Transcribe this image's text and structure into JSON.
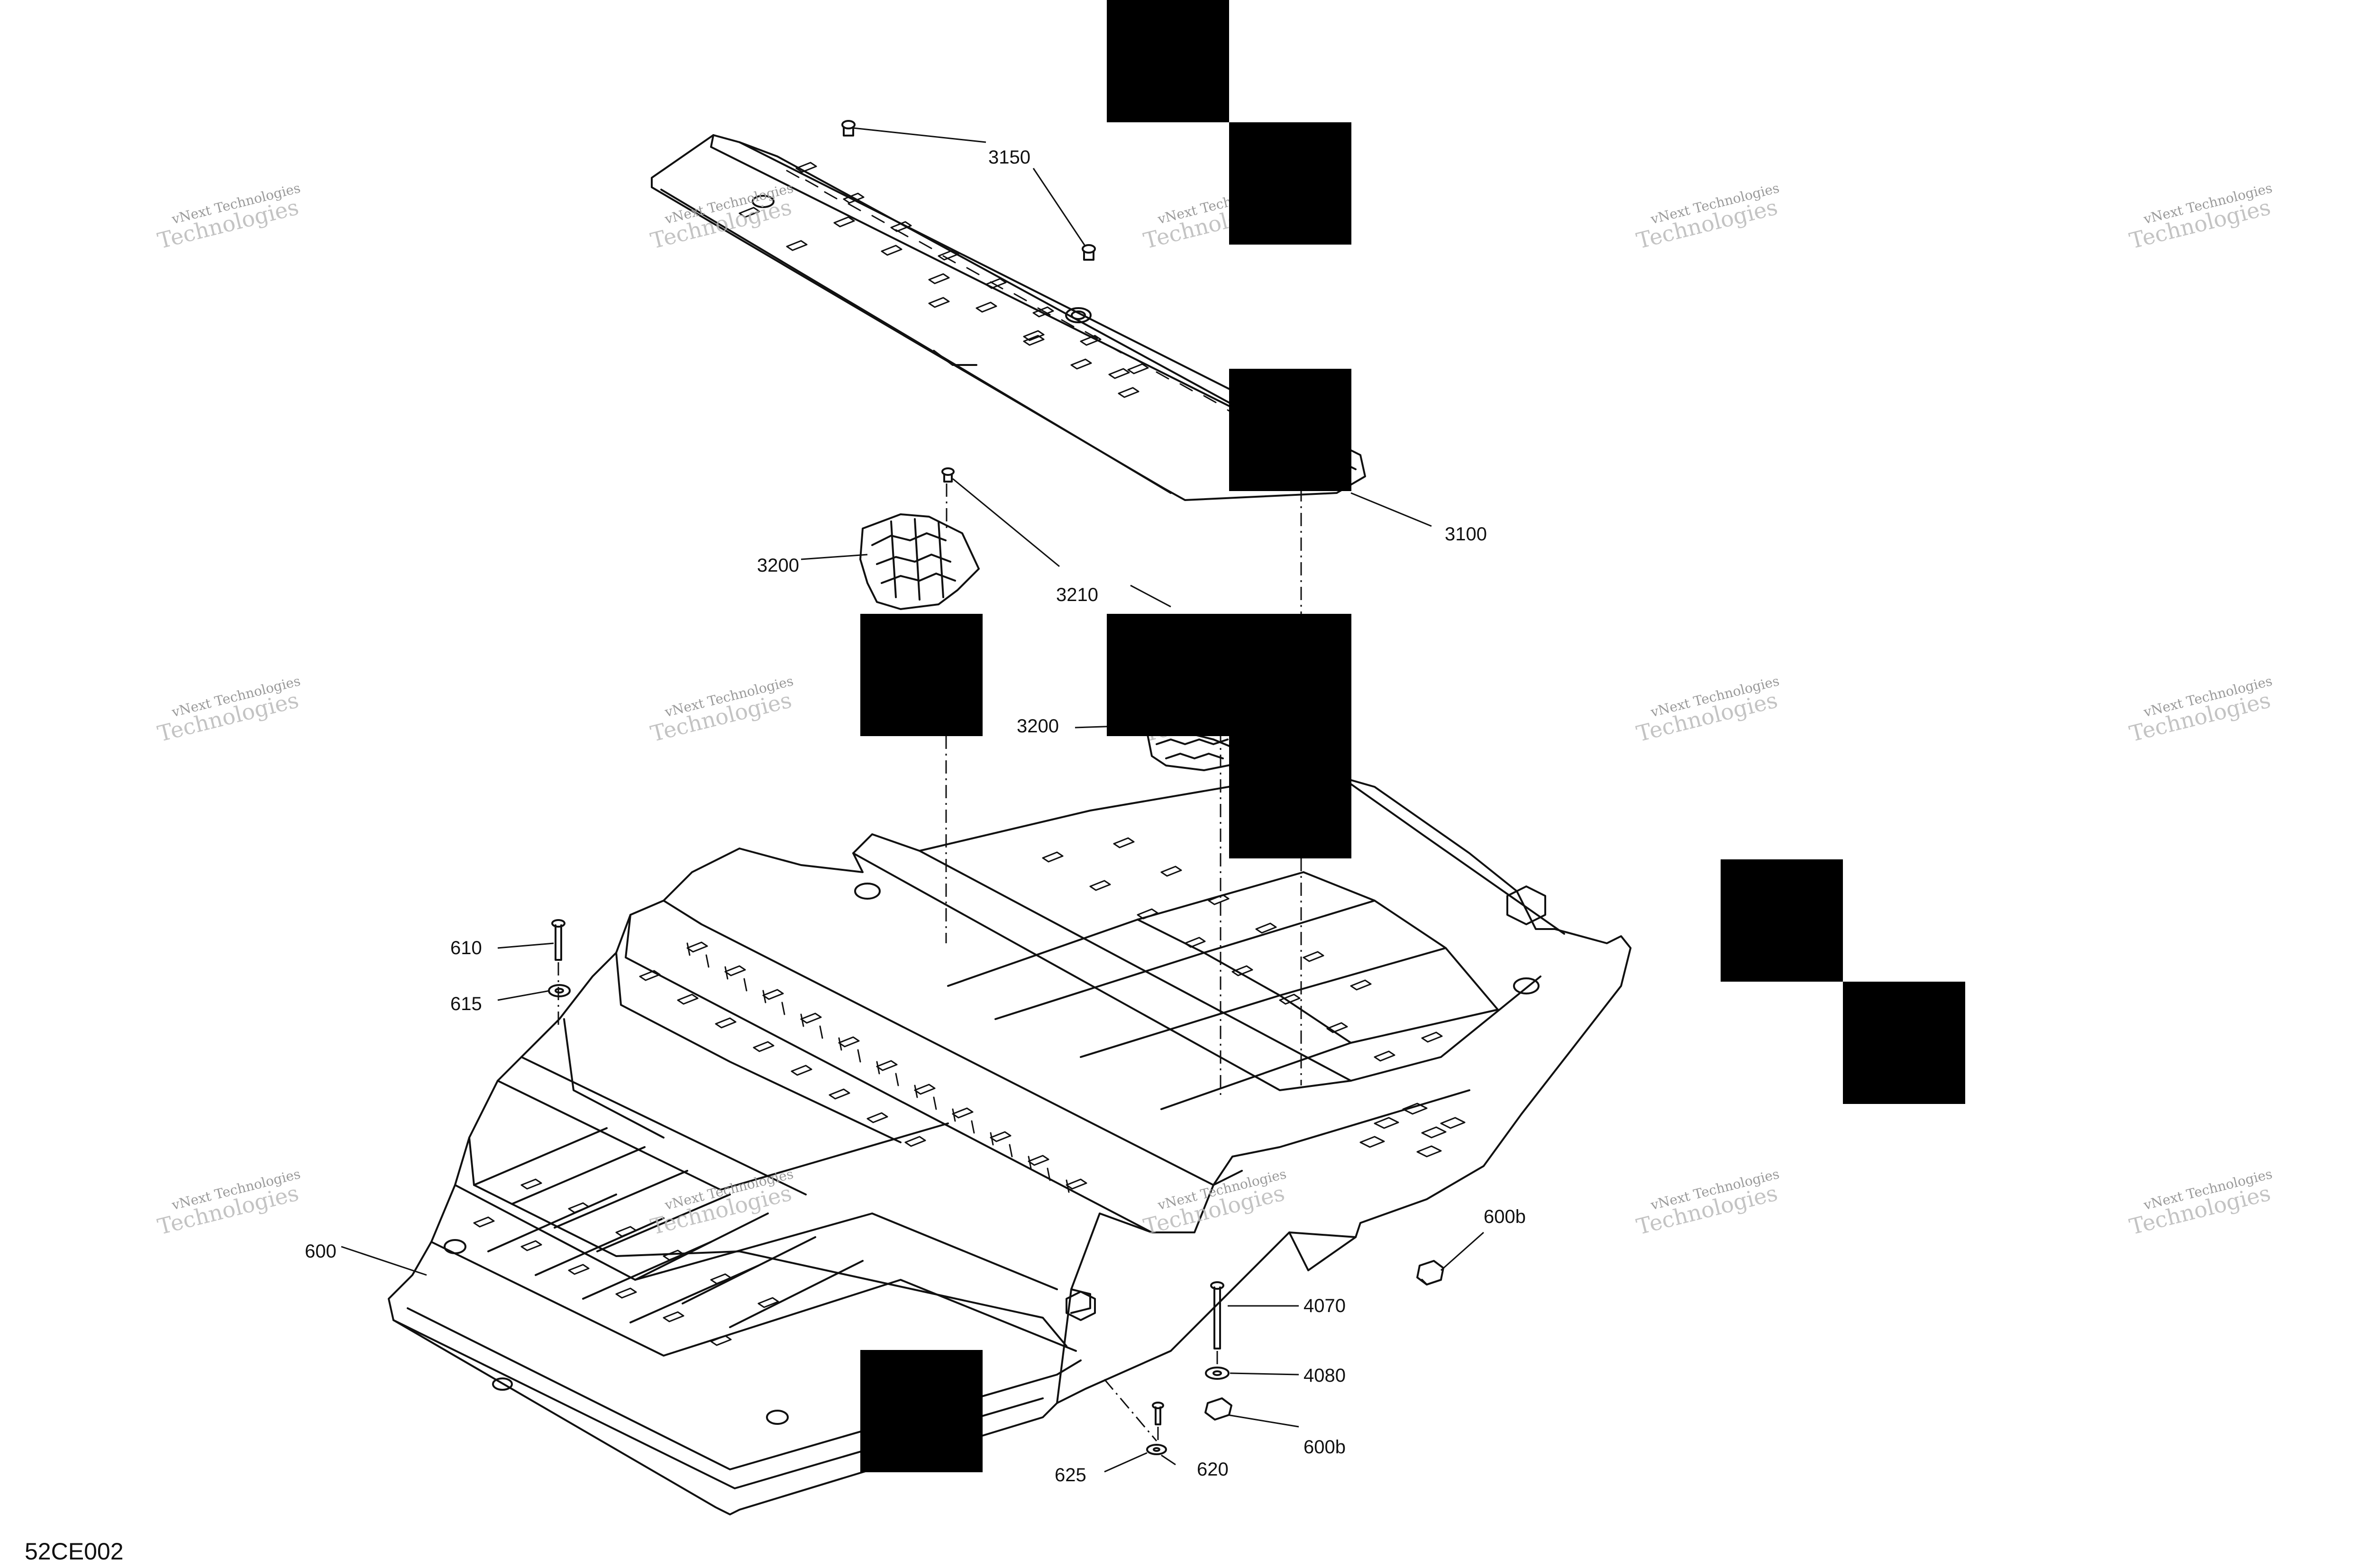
{
  "diagram_code": "52CE002",
  "watermark": {
    "line1": "vNext Technologies",
    "line2": "Technologies"
  },
  "callouts": {
    "c3150": "3150",
    "c3100": "3100",
    "c3200a": "3200",
    "c3210": "3210",
    "c3200b": "3200",
    "c610": "610",
    "c615": "615",
    "c600": "600",
    "c600b_upper": "600b",
    "c4070": "4070",
    "c4080": "4080",
    "c600b_lower": "600b",
    "c620": "620",
    "c625": "625"
  },
  "colors": {
    "line": "#111111",
    "redaction": "#000000",
    "watermark": "#9a9a9a"
  }
}
